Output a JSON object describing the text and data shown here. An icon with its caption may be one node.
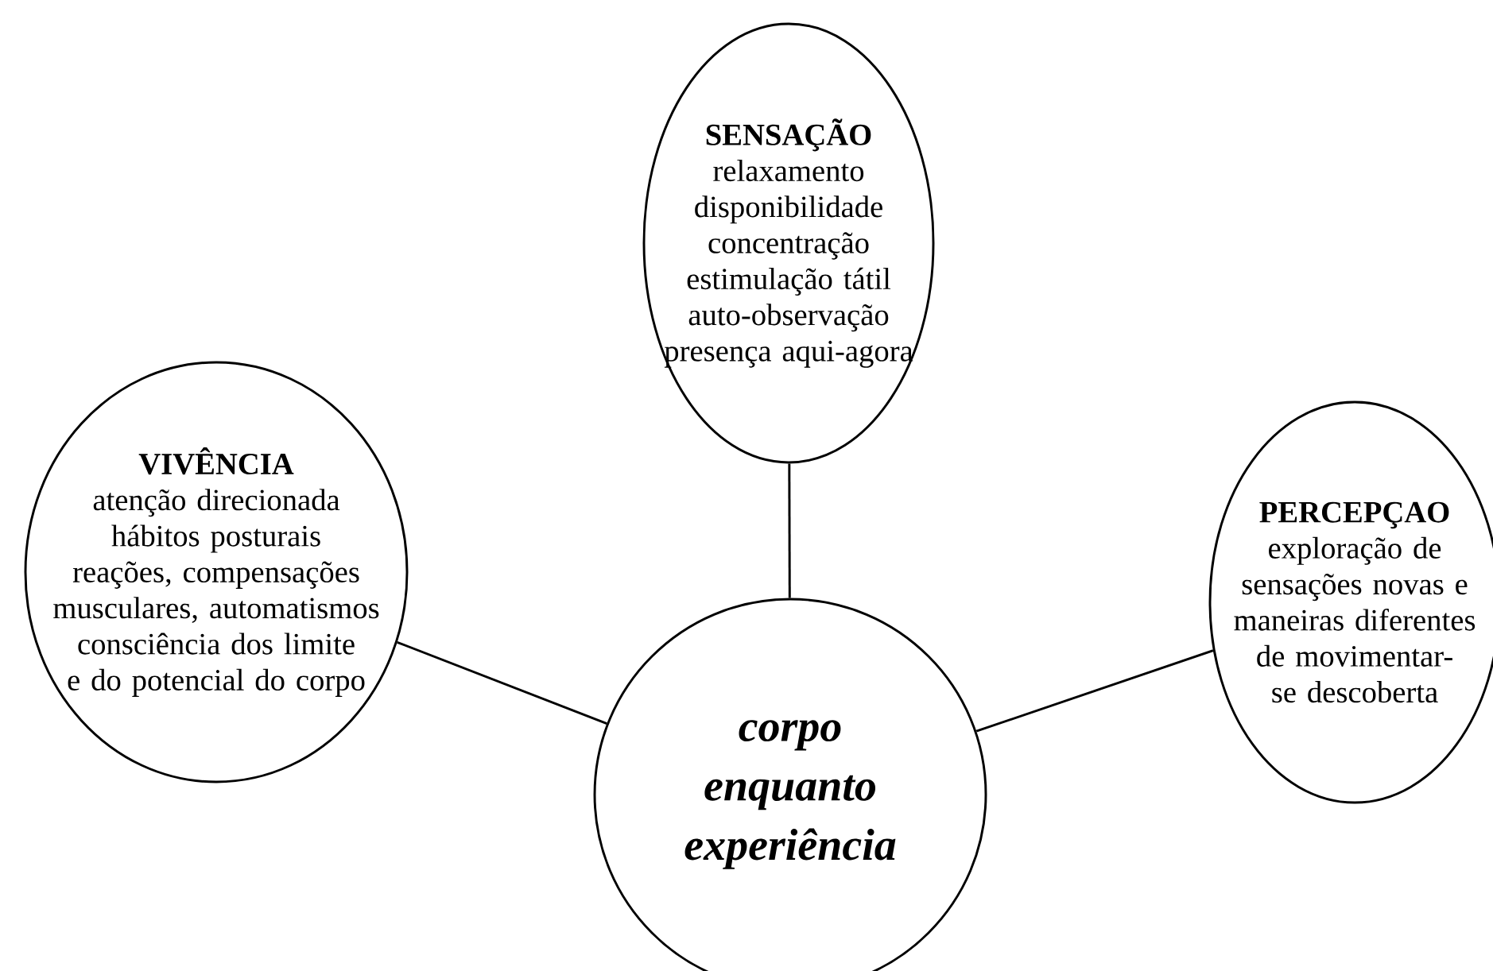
{
  "diagram": {
    "nodes": [
      {
        "text": [
          "SENSAÇÃO",
          "relaxamento disponibilidade concentração estimulação tátil auto-observação presença aqui-agora"
        ]
      },
      {
        "text": [
          "VIVÊNCIA",
          "atenção direcionada hábitos posturais reações,  compensações musculares, automatismos consciência dos limite e do potencial do corpo"
        ]
      },
      {
        "text": [
          "PERCEPÇAO",
          "exploração de sensações novas e maneiras diferentes  de movimentar-se descoberta"
        ]
      },
      {
        "text": [
          "corpo enquanto experiência"
        ]
      }
    ],
    "edges": [
      {
        "from": 3,
        "to": 0,
        "arrow": "none"
      },
      {
        "from": 3,
        "to": 1,
        "arrow": "none"
      },
      {
        "from": 3,
        "to": 2,
        "arrow": "none"
      }
    ]
  }
}
